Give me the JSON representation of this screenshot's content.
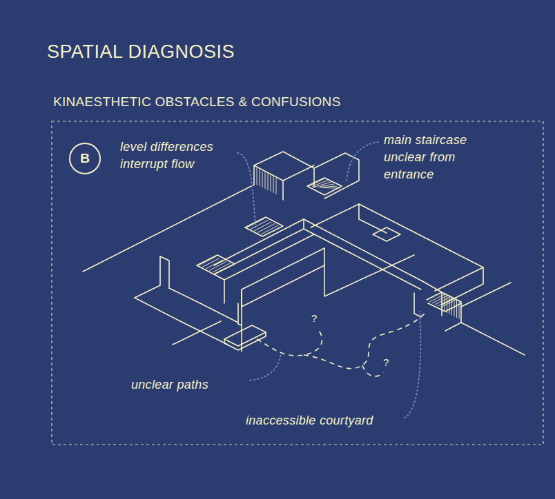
{
  "diagram": {
    "title": "SPATIAL DIAGNOSIS",
    "nodes": [
      {
        "text": [
          "B"
        ]
      }
    ],
    "labels": [
      "KINAESTHETIC OBSTACLES & CONFUSIONS",
      "level differences interrupt flow",
      "main staircase unclear from entrance",
      "?",
      "?",
      "unclear paths",
      "inaccessible courtyard"
    ]
  }
}
